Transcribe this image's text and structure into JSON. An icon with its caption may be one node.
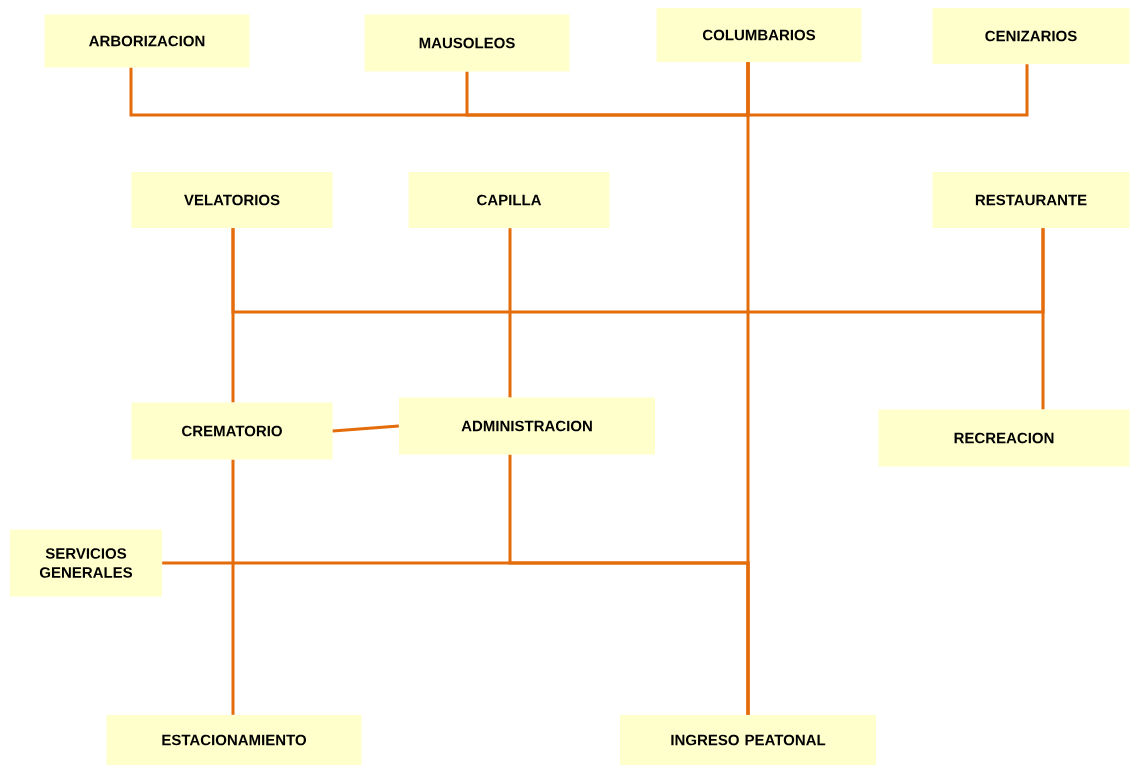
{
  "diagram": {
    "nodes": [
      {
        "text": [
          "ARBORIZACION"
        ]
      },
      {
        "text": [
          "MAUSOLEOS"
        ]
      },
      {
        "text": [
          "COLUMBARIOS"
        ]
      },
      {
        "text": [
          "CENIZARIOS"
        ]
      },
      {
        "text": [
          "VELATORIOS"
        ]
      },
      {
        "text": [
          "CAPILLA"
        ]
      },
      {
        "text": [
          "RESTAURANTE"
        ]
      },
      {
        "text": [
          "CREMATORIO"
        ]
      },
      {
        "text": [
          "ADMINISTRACION"
        ]
      },
      {
        "text": [
          "RECREACION"
        ]
      },
      {
        "text": [
          "SERVICIOS GENERALES"
        ]
      },
      {
        "text": [
          "ESTACIONAMIENTO"
        ]
      },
      {
        "text": [
          "INGRESO PEATONAL"
        ]
      }
    ],
    "edges": [
      {
        "from": 0,
        "to": 2,
        "arrow": "none"
      },
      {
        "from": 1,
        "to": 2,
        "arrow": "none"
      },
      {
        "from": 3,
        "to": 2,
        "arrow": "none"
      },
      {
        "from": 2,
        "to": 12,
        "arrow": "none"
      },
      {
        "from": 4,
        "to": 7,
        "arrow": "none"
      },
      {
        "from": 5,
        "to": 8,
        "arrow": "none"
      },
      {
        "from": 6,
        "to": 9,
        "arrow": "none"
      },
      {
        "from": 4,
        "to": 6,
        "arrow": "none"
      },
      {
        "from": 7,
        "to": 8,
        "arrow": "none"
      },
      {
        "from": 7,
        "to": 11,
        "arrow": "none"
      },
      {
        "from": 10,
        "to": 12,
        "arrow": "none"
      },
      {
        "from": 8,
        "to": 12,
        "arrow": "none"
      }
    ]
  }
}
